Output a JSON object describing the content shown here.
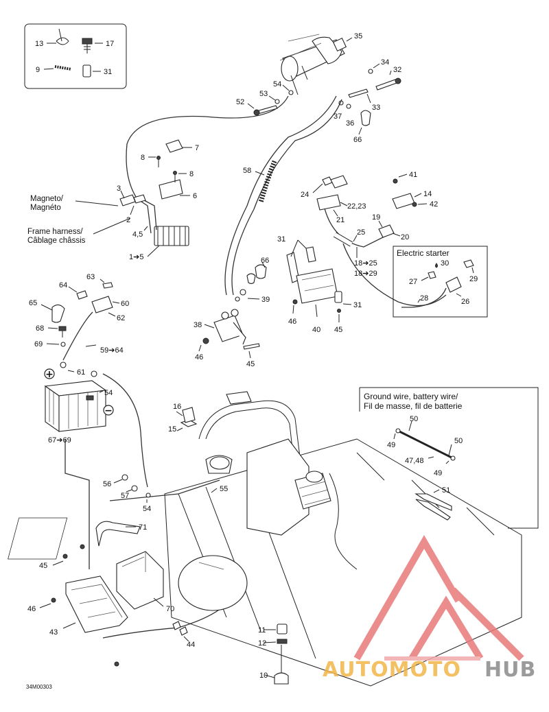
{
  "diagram_id": "34M00303",
  "callouts": {
    "c1_5": "1➔5",
    "c3": "3",
    "c2": "2",
    "c4_5": "4,5",
    "c6": "6",
    "c7": "7",
    "c8a": "8",
    "c8b": "8",
    "c9": "9",
    "c10": "10",
    "c11": "11",
    "c12": "12",
    "c13": "13",
    "c14": "14",
    "c15": "15",
    "c16": "16",
    "c17": "17",
    "c18_25": "18➔25",
    "c18_29": "18➔29",
    "c19": "19",
    "c20": "20",
    "c21": "21",
    "c22_23": "22,23",
    "c24": "24",
    "c25": "25",
    "c26": "26",
    "c27": "27",
    "c28": "28",
    "c29": "29",
    "c30": "30",
    "c31a": "31",
    "c31b": "31",
    "c31c": "31",
    "c32": "32",
    "c33": "33",
    "c34": "34",
    "c35": "35",
    "c36": "36",
    "c37": "37",
    "c38": "38",
    "c39": "39",
    "c40": "40",
    "c41": "41",
    "c42": "42",
    "c43": "43",
    "c44": "44",
    "c45a": "45",
    "c45b": "45",
    "c45c": "45",
    "c46a": "46",
    "c46b": "46",
    "c46c": "46",
    "c47_48": "47,48",
    "c49a": "49",
    "c49b": "49",
    "c50a": "50",
    "c50b": "50",
    "c51": "51",
    "c52": "52",
    "c53": "53",
    "c54a": "54",
    "c54b": "54",
    "c54c": "54",
    "c55": "55",
    "c56": "56",
    "c57": "57",
    "c58": "58",
    "c59_64": "59➔64",
    "c60": "60",
    "c61": "61",
    "c62": "62",
    "c63": "63",
    "c64": "64",
    "c65": "65",
    "c66a": "66",
    "c66b": "66",
    "c67_69": "67➔69",
    "c68": "68",
    "c69": "69",
    "c70": "70",
    "c71": "71"
  },
  "labels": {
    "magneto": [
      "Magneto/",
      "Magnéto"
    ],
    "frame_harness": [
      "Frame harness/",
      "Câblage châssis"
    ],
    "electric_starter": "Electric starter",
    "ground_wire": [
      "Ground wire, battery wire/",
      "Fil de masse, fil de batterie"
    ],
    "plus_sign": "+",
    "minus_sign": "−"
  },
  "watermark": {
    "part1": "AUTOMOTO",
    "part2": "HUB"
  }
}
